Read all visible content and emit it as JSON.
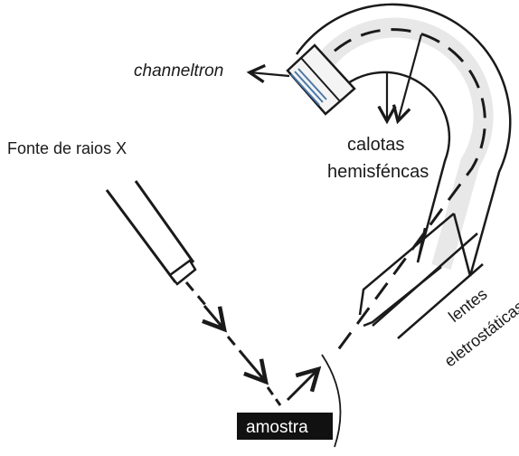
{
  "labels": {
    "channeltron": "channeltron",
    "xray_source": "Fonte de raios X",
    "hemispheres_line1": "calotas",
    "hemispheres_line2": "hemisféncas",
    "lenses_line1": "lentes",
    "lenses_line2": "eletrostáticas",
    "sample": "amostra"
  },
  "colors": {
    "ink": "#1a1a1a",
    "analyzer_fill": "#e8e8e8",
    "detector_stripe": "#4a78a8",
    "sample_fill": "#111111",
    "sample_text": "#ffffff"
  }
}
